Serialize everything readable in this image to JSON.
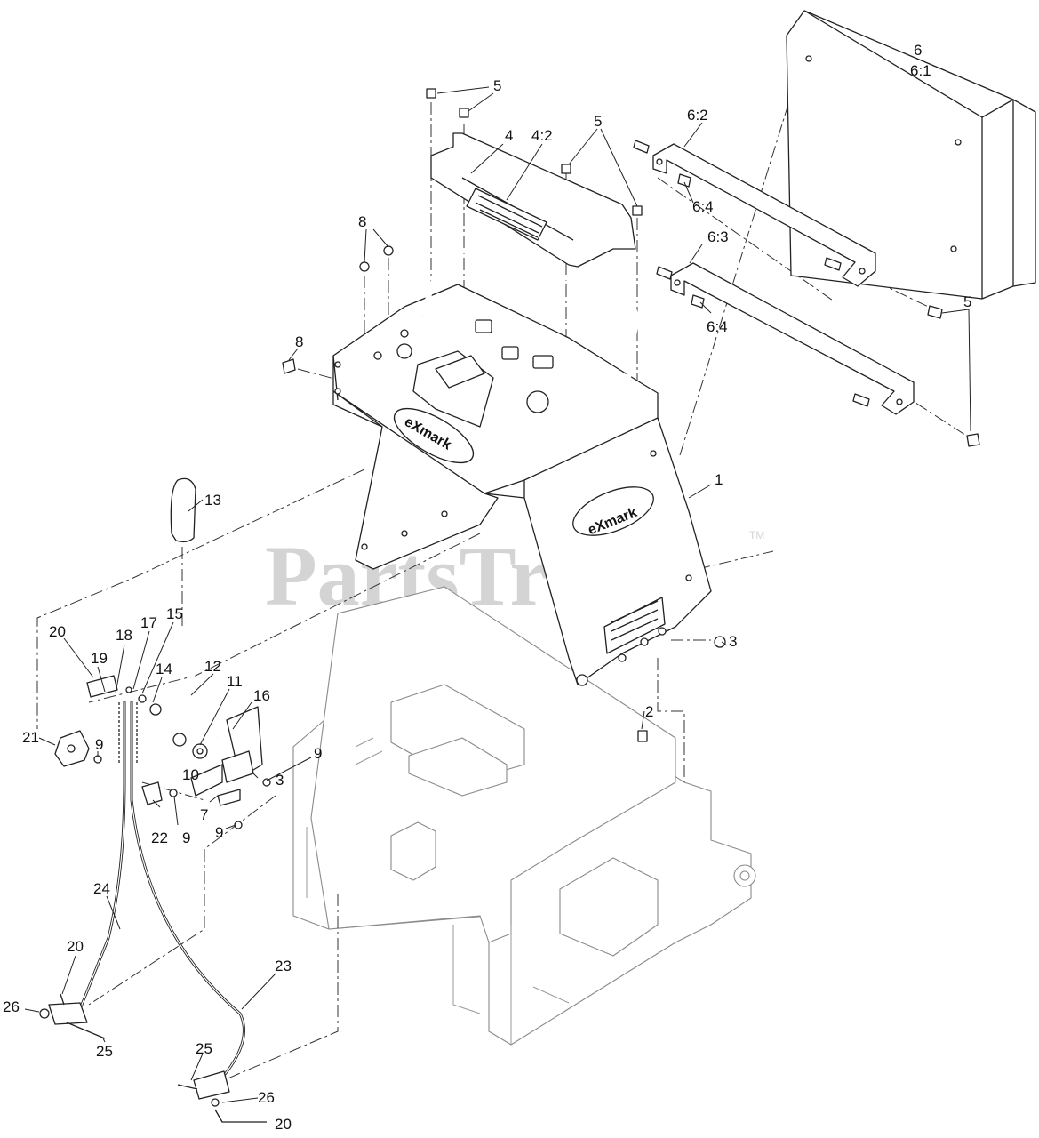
{
  "watermark": {
    "text": "PartsTree",
    "trademark": "TM"
  },
  "brand_logo": "eXmark",
  "callouts": [
    {
      "id": "c-6",
      "text": "6"
    },
    {
      "id": "c-6-1",
      "text": "6:1"
    },
    {
      "id": "c-5-top",
      "text": "5"
    },
    {
      "id": "c-6-2",
      "text": "6:2"
    },
    {
      "id": "c-4",
      "text": "4"
    },
    {
      "id": "c-4-2",
      "text": "4:2"
    },
    {
      "id": "c-5-mid",
      "text": "5"
    },
    {
      "id": "c-6-4-a",
      "text": "6:4"
    },
    {
      "id": "c-8-top",
      "text": "8"
    },
    {
      "id": "c-6-3",
      "text": "6:3"
    },
    {
      "id": "c-5-right",
      "text": "5"
    },
    {
      "id": "c-6-4-b",
      "text": "6:4"
    },
    {
      "id": "c-8-left",
      "text": "8"
    },
    {
      "id": "c-1",
      "text": "1"
    },
    {
      "id": "c-13",
      "text": "13"
    },
    {
      "id": "c-3-right",
      "text": "3"
    },
    {
      "id": "c-20-top",
      "text": "20"
    },
    {
      "id": "c-17",
      "text": "17"
    },
    {
      "id": "c-15",
      "text": "15"
    },
    {
      "id": "c-18",
      "text": "18"
    },
    {
      "id": "c-19",
      "text": "19"
    },
    {
      "id": "c-14",
      "text": "14"
    },
    {
      "id": "c-12",
      "text": "12"
    },
    {
      "id": "c-11",
      "text": "11"
    },
    {
      "id": "c-16",
      "text": "16"
    },
    {
      "id": "c-2",
      "text": "2"
    },
    {
      "id": "c-21",
      "text": "21"
    },
    {
      "id": "c-9-a",
      "text": "9"
    },
    {
      "id": "c-9-b",
      "text": "9"
    },
    {
      "id": "c-10",
      "text": "10"
    },
    {
      "id": "c-3-left",
      "text": "3"
    },
    {
      "id": "c-7",
      "text": "7"
    },
    {
      "id": "c-9-c",
      "text": "9"
    },
    {
      "id": "c-22",
      "text": "22"
    },
    {
      "id": "c-9-d",
      "text": "9"
    },
    {
      "id": "c-24",
      "text": "24"
    },
    {
      "id": "c-20-mid",
      "text": "20"
    },
    {
      "id": "c-23",
      "text": "23"
    },
    {
      "id": "c-26-left",
      "text": "26"
    },
    {
      "id": "c-25-left",
      "text": "25"
    },
    {
      "id": "c-25-right",
      "text": "25"
    },
    {
      "id": "c-26-right",
      "text": "26"
    },
    {
      "id": "c-20-bottom",
      "text": "20"
    }
  ]
}
